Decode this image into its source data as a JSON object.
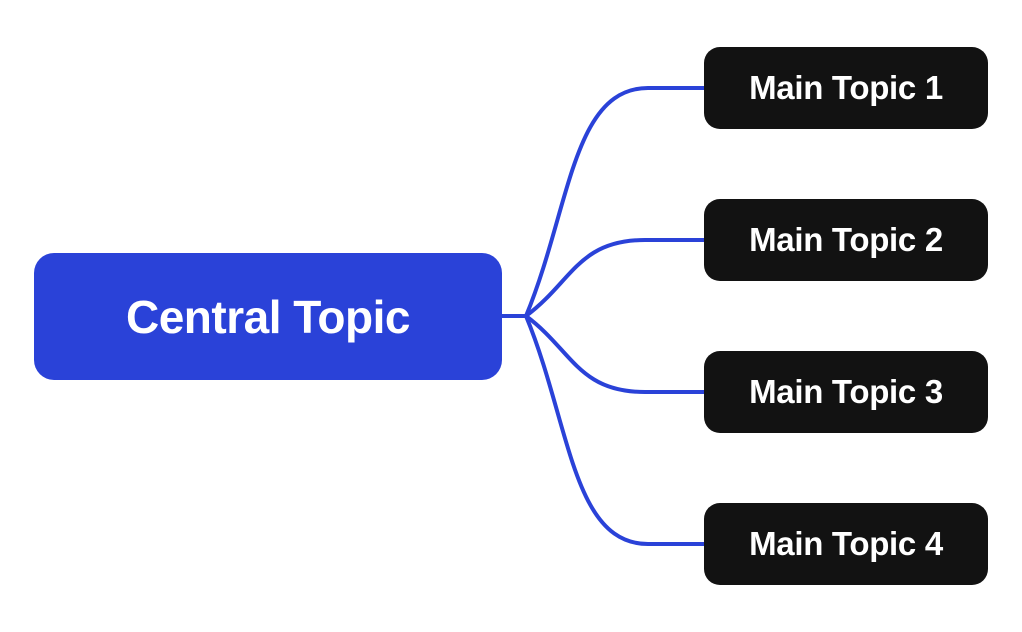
{
  "diagram": {
    "type": "mindmap",
    "root": {
      "label": "Central Topic"
    },
    "main_topics": [
      {
        "label": "Main Topic 1"
      },
      {
        "label": "Main Topic 2"
      },
      {
        "label": "Main Topic 3"
      },
      {
        "label": "Main Topic 4"
      }
    ],
    "edges": [
      {
        "from": "Central Topic",
        "to": "Main Topic 1"
      },
      {
        "from": "Central Topic",
        "to": "Main Topic 2"
      },
      {
        "from": "Central Topic",
        "to": "Main Topic 3"
      },
      {
        "from": "Central Topic",
        "to": "Main Topic 4"
      }
    ]
  },
  "colors": {
    "background": "#ffffff",
    "root_fill": "#2a42d8",
    "branch_fill": "#121212",
    "connector": "#2a42d8",
    "node_text": "#ffffff"
  }
}
